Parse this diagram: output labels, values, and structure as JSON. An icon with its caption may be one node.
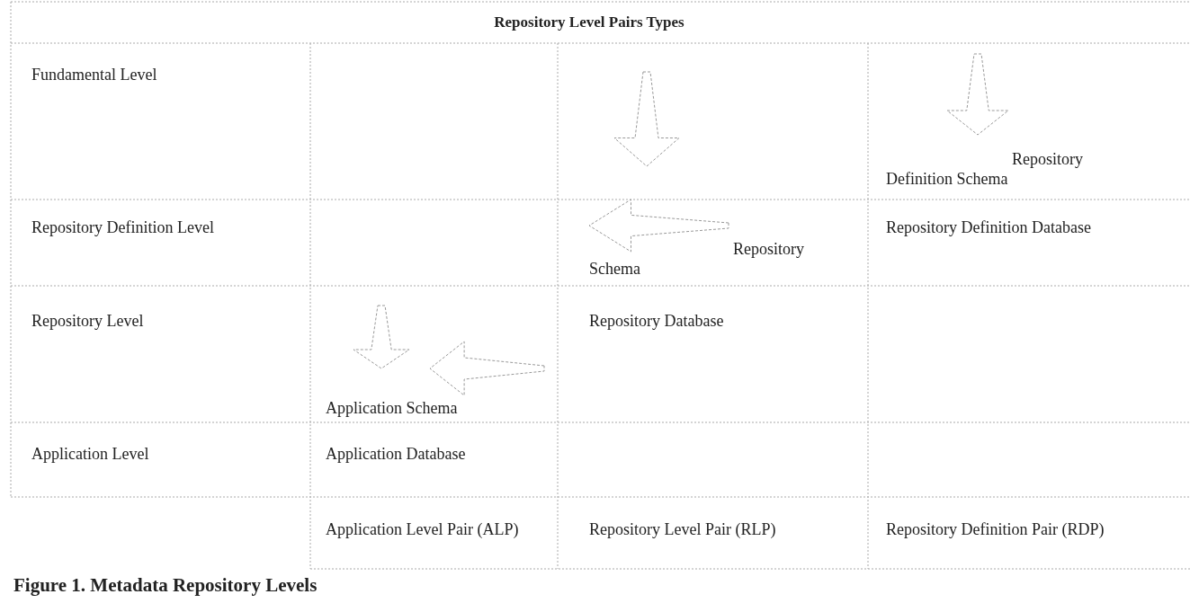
{
  "diagram": {
    "title": "Repository Level Pairs Types",
    "caption": "Figure 1. Metadata Repository Levels",
    "labels": [
      "Fundamental Level",
      "Repository Definition Schema",
      "Repository Definition Level",
      "Repository Schema",
      "Repository Definition Database",
      "Repository Level",
      "Application Schema",
      "Repository Database",
      "Application Level",
      "Application Database",
      "Application Level Pair (ALP)",
      "Repository Level Pair (RLP)",
      "Repository Definition Pair (RDP)"
    ]
  }
}
